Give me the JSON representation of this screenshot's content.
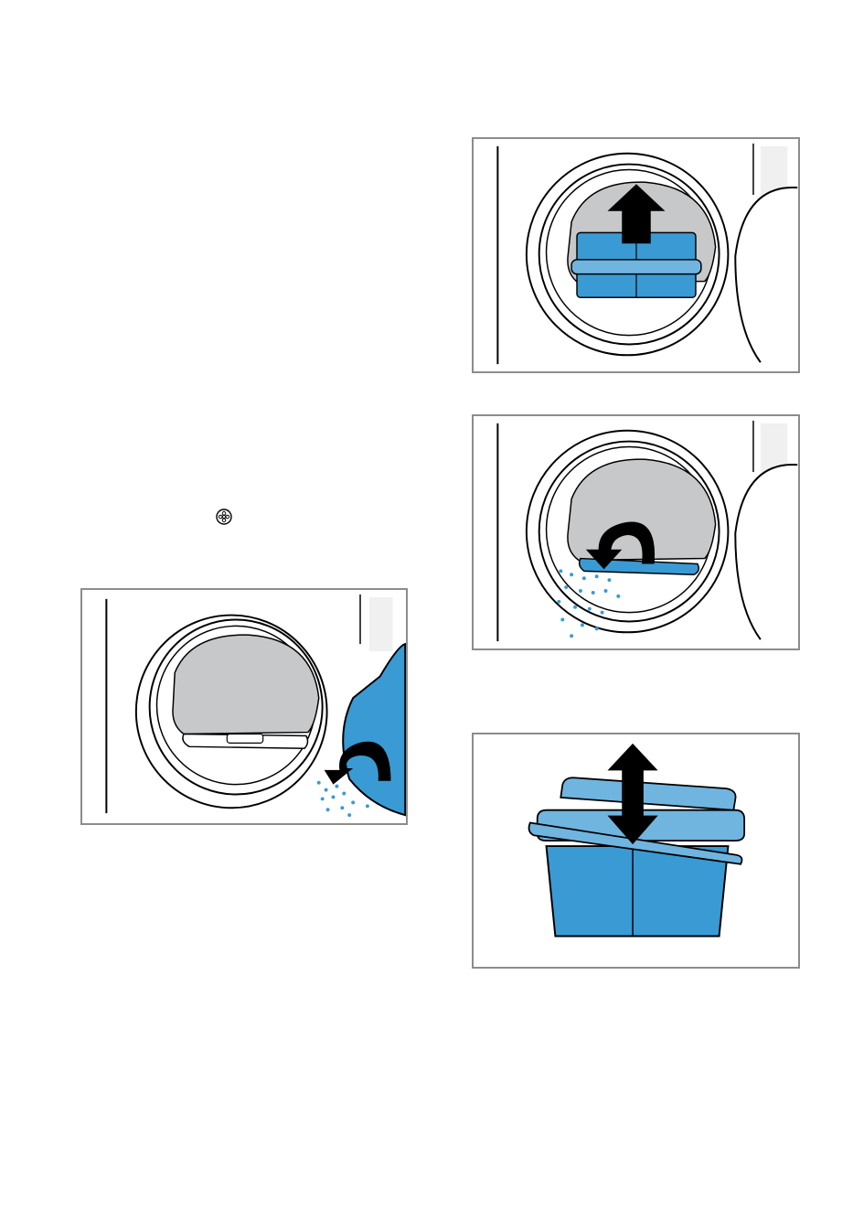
{
  "icons": {
    "fluff_filter_symbol": "fluff-filter-icon"
  },
  "figures": [
    {
      "id": "step-empty-fluff",
      "description_icon": "door-open-fluff-fall"
    },
    {
      "id": "step-pull-filter",
      "description_icon": "arrow-up-icon"
    },
    {
      "id": "step-tip-filter",
      "description_icon": "curved-arrow-icon"
    },
    {
      "id": "step-open-filter",
      "description_icon": "double-arrow-icon"
    }
  ],
  "colors": {
    "filter_blue": "#3a9ad4",
    "filter_light_blue": "#6fb5e0",
    "drum_gray": "#c6c8ca",
    "frame_gray": "#8c8c8c"
  }
}
